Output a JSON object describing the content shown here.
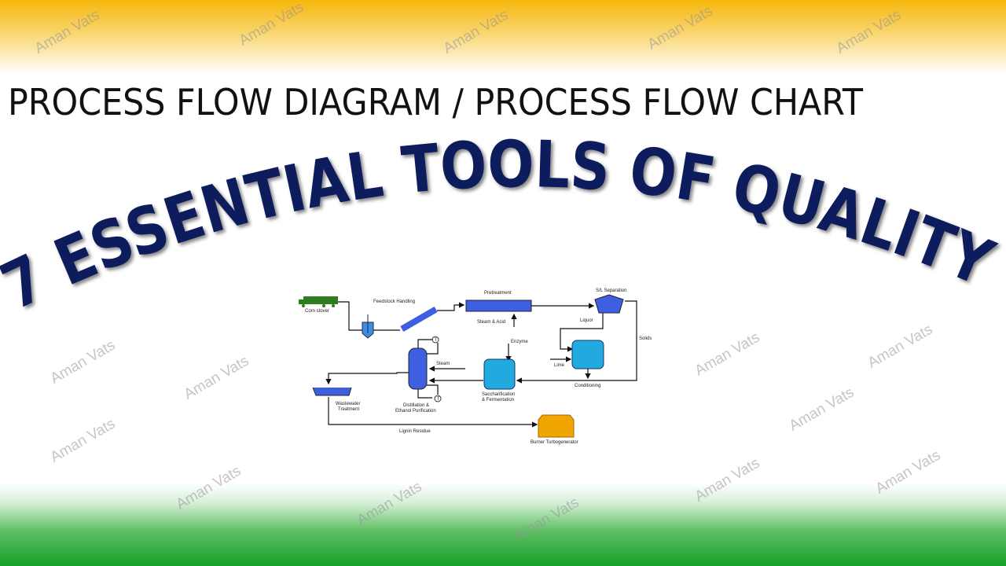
{
  "heading": "PROCESS FLOW DIAGRAM / PROCESS FLOW CHART",
  "arc_title": "7 ESSENTIAL TOOLS OF QUALITY",
  "watermark": "Aman Vats",
  "colors": {
    "top_band": "#f6b70c",
    "bottom_band": "#17a02a",
    "title": "#0d1f5c",
    "equipment_blue": "#3d5fe0",
    "tank_cyan": "#22a9e0",
    "burner": "#f0a500",
    "truck": "#2e7d1e"
  },
  "diagram": {
    "labels": {
      "corn_stover": "Corn stover",
      "feedstock": "Feedstock Handling",
      "pretreatment": "Pretreatment",
      "separation": "S/L Separation",
      "steam_acid": "Steam & Acid",
      "liquor": "Liquor",
      "solids": "Solids",
      "enzyme": "Enzyme",
      "steam": "Steam",
      "lime": "Lime",
      "conditioning": "Conditioning",
      "sacch_1": "Saccharification",
      "sacch_2": "& Fermentation",
      "dist_1": "Distillation &",
      "dist_2": "Ethanol Purification",
      "ww_1": "Wastewater",
      "ww_2": "Treatment",
      "lignin": "Lignin Residue",
      "burner": "Burner Turbogenerator",
      "t": "T"
    }
  }
}
